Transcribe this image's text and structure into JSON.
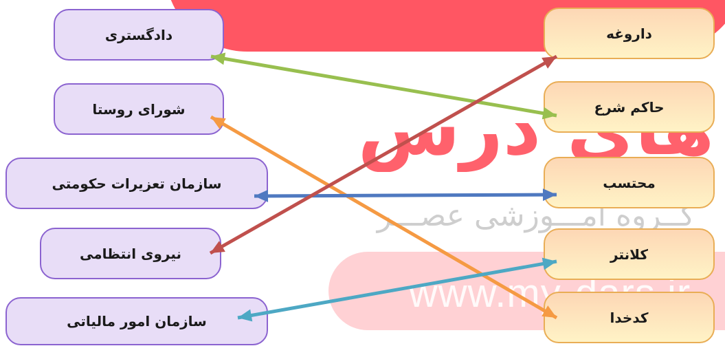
{
  "left_column": [
    {
      "label": "دادگستری"
    },
    {
      "label": "شورای روستا"
    },
    {
      "label": "سازمان تعزیرات حکومتی"
    },
    {
      "label": "نیروی انتظامی"
    },
    {
      "label": "سازمان امور مالیاتی"
    }
  ],
  "right_column": [
    {
      "label": "داروغه"
    },
    {
      "label": "حاکم شرع"
    },
    {
      "label": "محتسب"
    },
    {
      "label": "کلانتر"
    },
    {
      "label": "کدخدا"
    }
  ],
  "connections": [
    {
      "left": "دادگستری",
      "right": "حاکم شرع",
      "color": "#98bf4f",
      "bidirectional": true
    },
    {
      "left": "شورای روستا",
      "right": "کدخدا",
      "color": "#f59a43",
      "bidirectional": true
    },
    {
      "left": "سازمان تعزیرات حکومتی",
      "right": "محتسب",
      "color": "#4f79c0",
      "bidirectional": true
    },
    {
      "left": "نیروی انتظامی",
      "right": "داروغه",
      "color": "#c0504d",
      "bidirectional": true
    },
    {
      "left": "سازمان امور مالیاتی",
      "right": "کلانتر",
      "color": "#4da8c4",
      "bidirectional": true
    }
  ],
  "watermark": {
    "title": "های درس",
    "subtitle": "گــروه آمـــوزشی عصـــر",
    "url": "www.my-dars.ir"
  },
  "colors": {
    "left_box_fill": "#e8ddf7",
    "left_box_border": "#8b63d0",
    "right_box_fill_top": "#fdd7b5",
    "right_box_fill_bottom": "#fff3c6",
    "right_box_border": "#e9ad55",
    "watermark_red": "#ff3f4d"
  }
}
